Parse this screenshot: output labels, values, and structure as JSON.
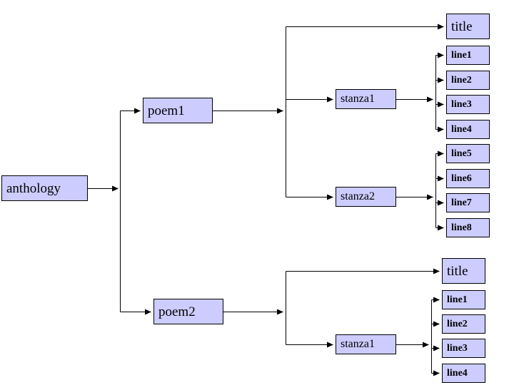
{
  "diagram": {
    "kind": "tree",
    "description": "Document tree of an anthology containing poems, titles, stanzas and lines",
    "colors": {
      "background": "#ffffff",
      "node_fill": "#ccccff",
      "node_border": "#000000",
      "connector": "#000000"
    }
  },
  "tree": {
    "label": "anthology",
    "children": [
      {
        "label": "poem1",
        "children": [
          {
            "label": "title"
          },
          {
            "label": "stanza1",
            "children": [
              {
                "label": "line1"
              },
              {
                "label": "line2"
              },
              {
                "label": "line3"
              },
              {
                "label": "line4"
              }
            ]
          },
          {
            "label": "stanza2",
            "children": [
              {
                "label": "line5"
              },
              {
                "label": "line6"
              },
              {
                "label": "line7"
              },
              {
                "label": "line8"
              }
            ]
          }
        ]
      },
      {
        "label": "poem2",
        "children": [
          {
            "label": "title"
          },
          {
            "label": "stanza1",
            "children": [
              {
                "label": "line1"
              },
              {
                "label": "line2"
              },
              {
                "label": "line3"
              },
              {
                "label": "line4"
              }
            ]
          }
        ]
      }
    ]
  }
}
